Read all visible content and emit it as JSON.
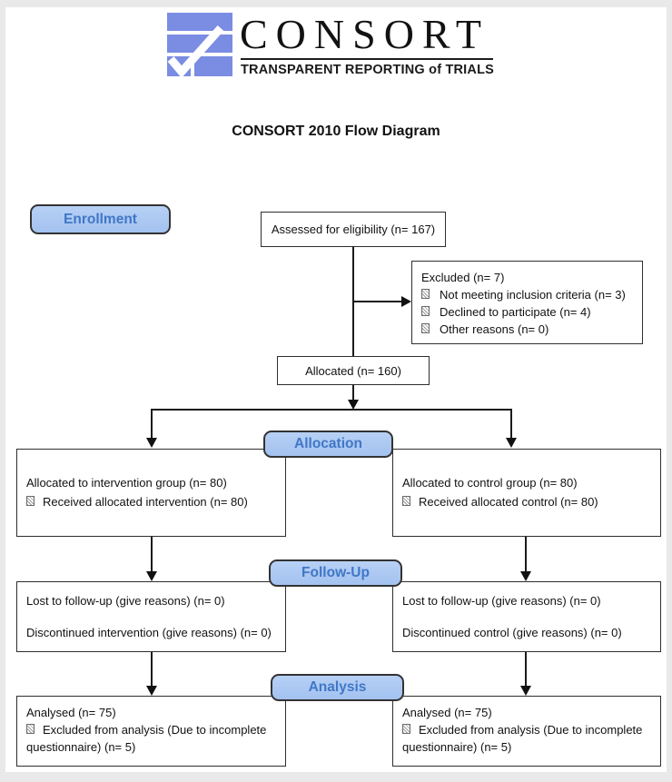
{
  "logo": {
    "wordmark": "CONSORT",
    "tagline": "TRANSPARENT REPORTING of TRIALS",
    "mark_color": "#7b8ce3"
  },
  "title": "CONSORT 2010 Flow Diagram",
  "stages": {
    "enrollment": "Enrollment",
    "allocation": "Allocation",
    "followup": "Follow-Up",
    "analysis": "Analysis"
  },
  "boxes": {
    "assessed": {
      "text": "Assessed for eligibility (n= 167)"
    },
    "excluded": {
      "title": "Excluded (n= 7)",
      "items": [
        "Not meeting inclusion criteria (n= 3)",
        "Declined to participate (n= 4)",
        "Other reasons (n= 0)"
      ]
    },
    "allocated": {
      "text": "Allocated (n= 160)"
    },
    "intervention": {
      "line1": "Allocated to intervention group (n= 80)",
      "bullet": "Received allocated intervention (n= 80)"
    },
    "control": {
      "line1": "Allocated to control group (n= 80)",
      "bullet": "Received allocated control (n= 80)"
    },
    "followup_left": {
      "line1": "Lost to follow-up (give reasons) (n= 0)",
      "line2": "Discontinued intervention (give reasons) (n= 0)"
    },
    "followup_right": {
      "line1": "Lost to follow-up (give reasons) (n= 0)",
      "line2": "Discontinued control (give reasons) (n= 0)"
    },
    "analysis_left": {
      "line1": "Analysed (n= 75)",
      "bullet": "Excluded from analysis (Due to incomplete questionnaire) (n= 5)"
    },
    "analysis_right": {
      "line1": "Analysed (n= 75)",
      "bullet": "Excluded from analysis (Due to incomplete questionnaire) (n= 5)"
    }
  },
  "colors": {
    "stage_fill": "#aac6f2",
    "stage_text": "#4077c6",
    "box_border": "#2e2e2e",
    "line": "#1a1a1a",
    "logo_blue": "#7b8ce3"
  }
}
